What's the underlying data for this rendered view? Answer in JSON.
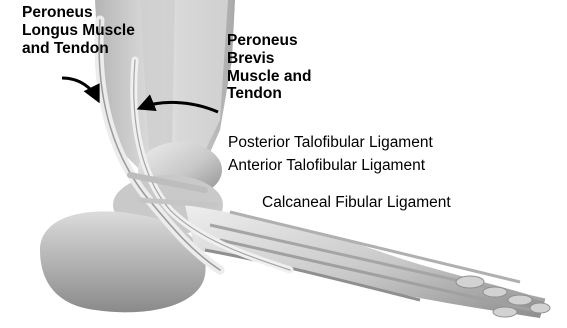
{
  "labels": {
    "peroneus_longus": [
      "Peroneus",
      "Longus Muscle",
      "and Tendon"
    ],
    "peroneus_brevis": [
      "Peroneus",
      "Brevis",
      "Muscle and",
      "Tendon"
    ],
    "posterior_talofibular": "Posterior Talofibular Ligament",
    "anterior_talofibular": "Anterior Talofibular Ligament",
    "calcaneal_fibular": "Calcaneal Fibular Ligament"
  },
  "colors": {
    "bone": "#d9d9d9",
    "bone_shadow": "#9a9a9a",
    "tendon": "#e6e6e6",
    "arrow": "#000000"
  }
}
